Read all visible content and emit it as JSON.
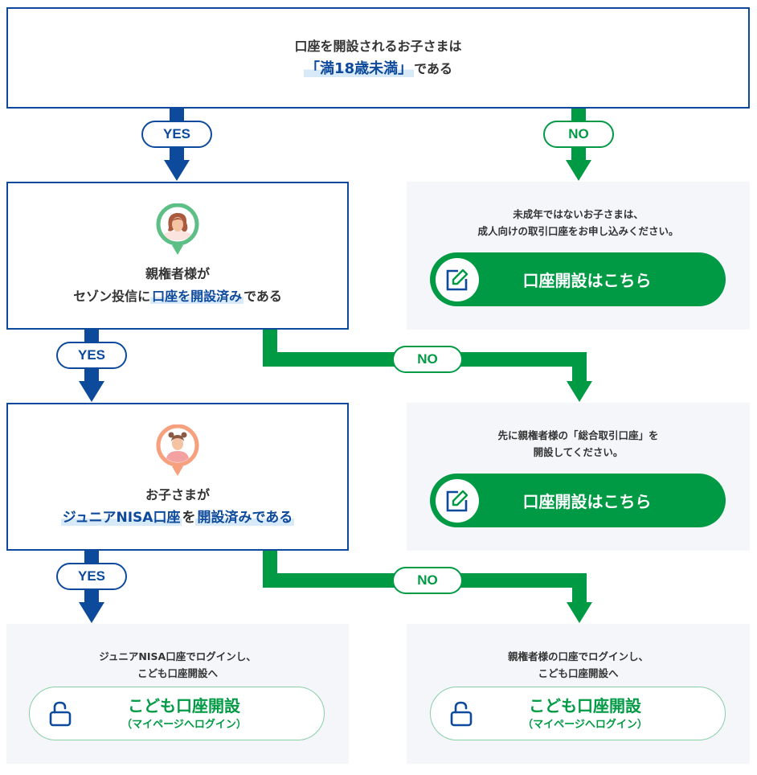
{
  "colors": {
    "yes_blue": "#0d4a9c",
    "no_green": "#009a44",
    "highlight": "#d8e9f7",
    "result_bg": "#f4f6fa"
  },
  "q1": {
    "line1": "口座を開設されるお子さまは",
    "highlight": "「満18歳未満」",
    "suffix": "である"
  },
  "q2": {
    "line1": "親権者様が",
    "prefix": "セゾン投信に",
    "highlight": "口座を開設済み",
    "suffix": "である",
    "icon": "parent-avatar-icon"
  },
  "q3": {
    "line1": "お子さまが",
    "highlight1": "ジュニアNISA口座",
    "middle": "を",
    "highlight2": "開設済みである",
    "icon": "child-avatar-icon"
  },
  "labels": {
    "yes": "YES",
    "no": "NO"
  },
  "r1": {
    "line1": "未成年ではないお子さまは、",
    "line2": "成人向けの取引口座をお申し込みください。",
    "button": "口座開設はこちら",
    "button_icon": "edit-icon"
  },
  "r2": {
    "line1": "先に親権者様の「総合取引口座」を",
    "line2": "開設してください。",
    "button": "口座開設はこちら",
    "button_icon": "edit-icon"
  },
  "r3": {
    "line1": "ジュニアNISA口座でログインし、",
    "line2": "こども口座開設へ",
    "button_main": "こども口座開設",
    "button_sub": "（マイページへログイン）",
    "button_icon": "unlock-icon"
  },
  "r4": {
    "line1": "親権者様の口座でログインし、",
    "line2": "こども口座開設へ",
    "button_main": "こども口座開設",
    "button_sub": "（マイページへログイン）",
    "button_icon": "unlock-icon"
  }
}
